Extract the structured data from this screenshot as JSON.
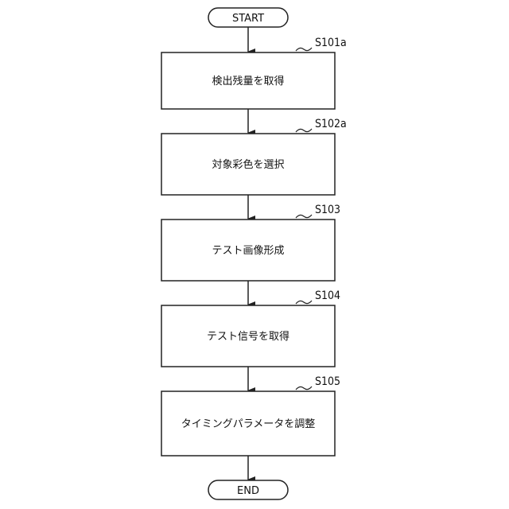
{
  "start": {
    "label": "START"
  },
  "end": {
    "label": "END"
  },
  "steps": [
    {
      "id": "S101a",
      "label": "検出残量を取得"
    },
    {
      "id": "S102a",
      "label": "対象彩色を選択"
    },
    {
      "id": "S103",
      "label": "テスト画像形成"
    },
    {
      "id": "S104",
      "label": "テスト信号を取得"
    },
    {
      "id": "S105",
      "label": "タイミングパラメータを調整"
    }
  ],
  "colors": {
    "stroke": "#222222",
    "text": "#111111",
    "background": "#ffffff"
  }
}
